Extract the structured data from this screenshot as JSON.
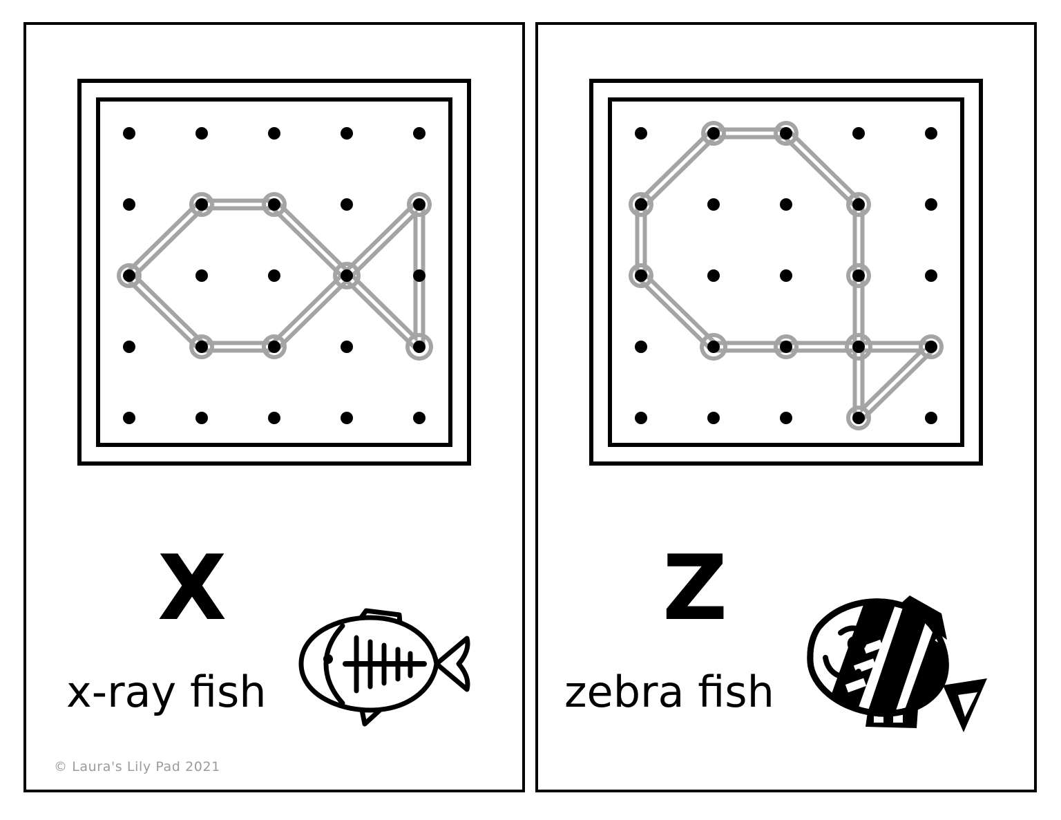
{
  "page": {
    "title": "Alphabet Geoboard Task Cards - X and Z",
    "background_color": "#ffffff",
    "copyright": "© Laura's Lily Pad 2021",
    "copyright_color": "#9b9b9b"
  },
  "style": {
    "ink": "#000000",
    "band_color": "#a6a4a2",
    "band_inner": "#ffffff",
    "peg_color": "#000000",
    "card_border": "#000000"
  },
  "geoboard": {
    "grid_rows": 5,
    "grid_cols": 5,
    "peg_radius": 9,
    "frame_style": "double-square"
  },
  "cards": [
    {
      "id": "card-x",
      "letter": "X",
      "word": "x-ray fish",
      "icon": "xray-fish-icon",
      "board": {
        "pegs_labeled": "5x5",
        "bands": [
          {
            "name": "fish-body-hexagon",
            "closed": true,
            "points": [
              [
                2,
                2
              ],
              [
                3,
                2
              ],
              [
                4,
                3
              ],
              [
                3,
                4
              ],
              [
                2,
                4
              ],
              [
                1,
                3
              ]
            ]
          },
          {
            "name": "fish-tail-triangle",
            "closed": true,
            "points": [
              [
                4,
                3
              ],
              [
                5,
                2
              ],
              [
                5,
                4
              ]
            ]
          }
        ]
      }
    },
    {
      "id": "card-z",
      "letter": "Z",
      "word": "zebra fish",
      "icon": "zebra-fish-icon",
      "board": {
        "pegs_labeled": "5x5",
        "bands": [
          {
            "name": "fish-body-octagon",
            "closed": true,
            "points": [
              [
                2,
                1
              ],
              [
                3,
                1
              ],
              [
                4,
                2
              ],
              [
                4,
                3
              ],
              [
                4,
                4
              ],
              [
                2,
                4
              ],
              [
                1,
                3
              ],
              [
                1,
                2
              ]
            ]
          },
          {
            "name": "horizontal-band",
            "closed": false,
            "points": [
              [
                2,
                4
              ],
              [
                3,
                4
              ],
              [
                4,
                4
              ],
              [
                5,
                4
              ]
            ]
          },
          {
            "name": "fish-tail-triangle",
            "closed": true,
            "points": [
              [
                4,
                4
              ],
              [
                5,
                4
              ],
              [
                4,
                5
              ]
            ]
          }
        ]
      }
    }
  ]
}
